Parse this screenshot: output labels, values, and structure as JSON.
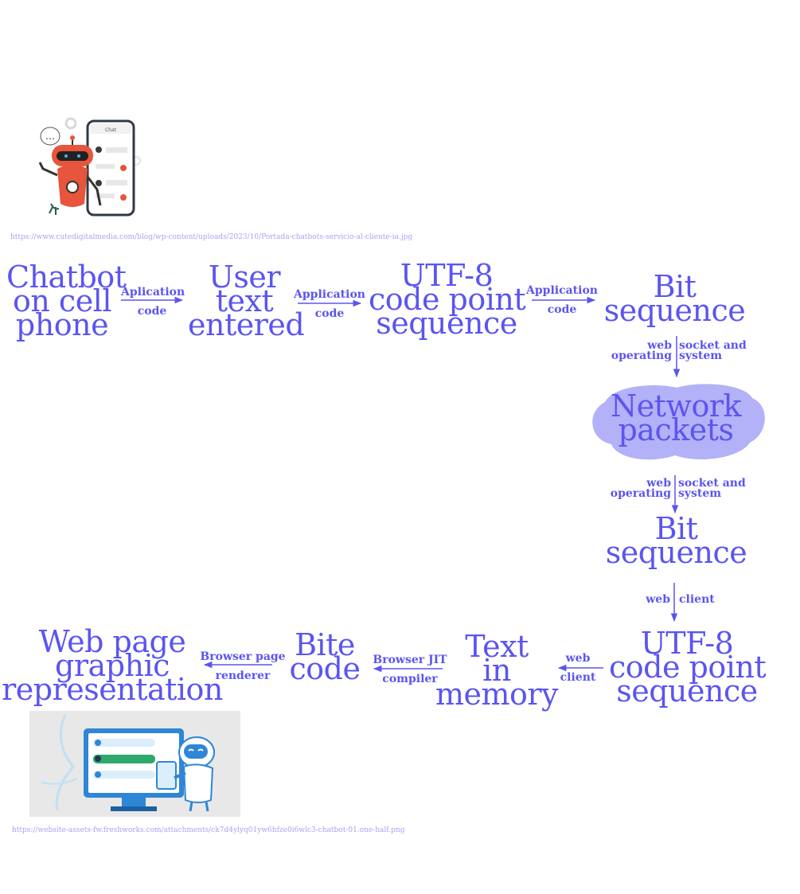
{
  "colors": {
    "accent": "#5b55f0",
    "cloud": "#b3b1f7",
    "url": "#a7a3f3"
  },
  "images": {
    "top": {
      "icon": "robot-chatbot-phone-illustration",
      "url": "https://www.cutedigitalmedia.com/blog/wp-content/uploads/2023/10/Portada-chatbots-servicio-al-cliente-ia.jpg",
      "phone_header": "Chat"
    },
    "bottom": {
      "icon": "robot-monitor-chat-illustration",
      "url": "https://website-assets-fw.freshworks.com/attachments/ck7d4ylyq01yw6hfze0i6wlc3-chatbot-01.one-half.png"
    }
  },
  "nodes": {
    "chatbot": [
      "Chatbot",
      "on cell",
      "phone"
    ],
    "user_text": [
      "User",
      "text",
      "entered"
    ],
    "utf8_top": [
      "UTF-8",
      "code point",
      "sequence"
    ],
    "bit_seq_1": [
      "Bit",
      "sequence"
    ],
    "network": [
      "Network",
      "packets"
    ],
    "bit_seq_2": [
      "Bit",
      "sequence"
    ],
    "utf8_bottom": [
      "UTF-8",
      "code point",
      "sequence"
    ],
    "text_memory": [
      "Text",
      "in",
      "memory"
    ],
    "bite_code": [
      "Bite",
      "code"
    ],
    "web_page": [
      "Web page",
      "graphic",
      "representation"
    ]
  },
  "edges": {
    "e1": [
      "Aplication",
      "code"
    ],
    "e2": [
      "Application",
      "code"
    ],
    "e3": [
      "Application",
      "code"
    ],
    "e4": {
      "left": [
        "web",
        "operating"
      ],
      "right": [
        "socket and",
        "system"
      ]
    },
    "e5": {
      "left": [
        "web",
        "operating"
      ],
      "right": [
        "socket and",
        "system"
      ]
    },
    "e6": {
      "left": "web",
      "right": "client"
    },
    "e7": [
      "web",
      "client"
    ],
    "e8": [
      "Browser JIT",
      "compiler"
    ],
    "e9": [
      "Browser page",
      "renderer"
    ]
  }
}
